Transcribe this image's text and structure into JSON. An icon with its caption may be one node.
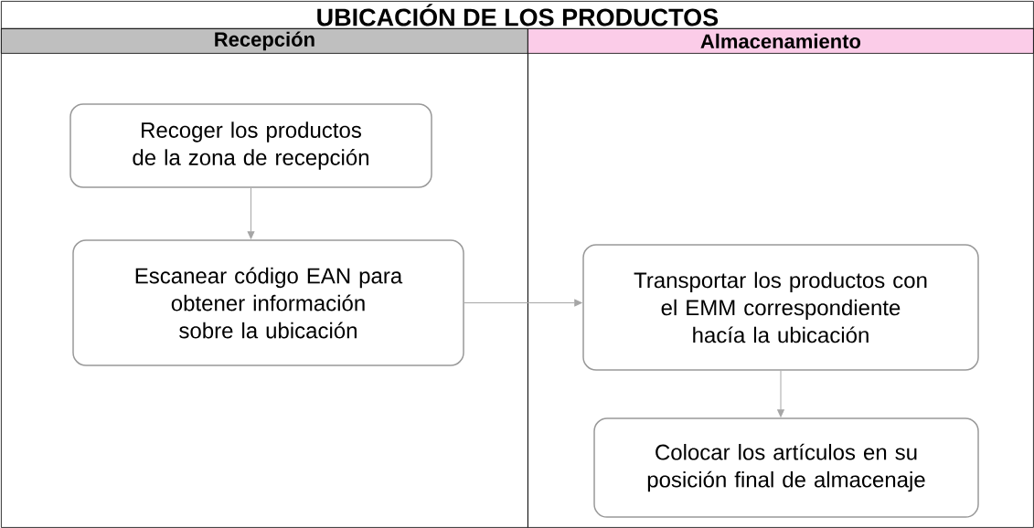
{
  "diagram": {
    "title": "UBICACIÓN DE LOS PRODUCTOS",
    "nodes": [
      {
        "text": [
          "Recepción"
        ]
      },
      {
        "text": [
          "Almacenamiento"
        ]
      },
      {
        "text": [
          "Recoger los productos de la zona de recepción"
        ],
        "in": 0
      },
      {
        "text": [
          "Escanear código EAN para obtener información sobre la ubicación"
        ],
        "in": 0
      },
      {
        "text": [
          "Transportar los productos con el EMM correspondiente hacía la ubicación"
        ],
        "in": 1
      },
      {
        "text": [
          "Colocar los artículos en su posición final de almacenaje"
        ],
        "in": 1
      }
    ],
    "edges": [
      {
        "from": 2,
        "to": 3,
        "arrow": "to"
      },
      {
        "from": 3,
        "to": 4,
        "arrow": "to"
      },
      {
        "from": 4,
        "to": 5,
        "arrow": "to"
      }
    ]
  }
}
